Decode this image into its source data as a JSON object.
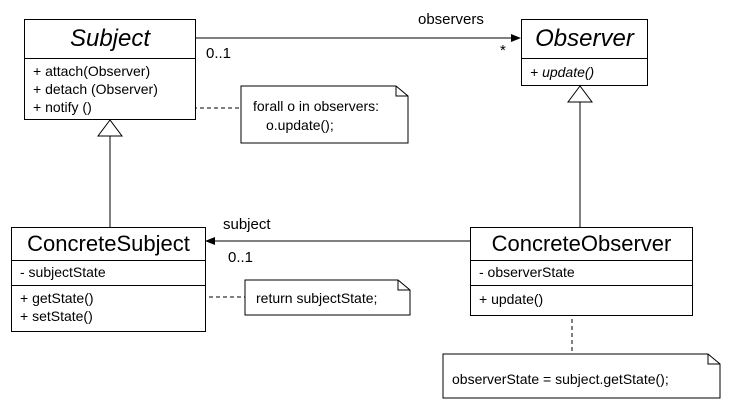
{
  "classes": {
    "subject": {
      "name": "Subject",
      "methods": [
        "+ attach(Observer)",
        "+ detach (Observer)",
        "+ notify ()"
      ]
    },
    "observer": {
      "name": "Observer",
      "methods": [
        "+ update()"
      ]
    },
    "concrete_subject": {
      "name": "ConcreteSubject",
      "attributes": [
        "- subjectState"
      ],
      "methods": [
        "+ getState()",
        "+ setState()"
      ]
    },
    "concrete_observer": {
      "name": "ConcreteObserver",
      "attributes": [
        "- observerState"
      ],
      "methods": [
        "+ update()"
      ]
    }
  },
  "associations": {
    "observers": {
      "role": "observers",
      "source_multiplicity": "0..1",
      "target_multiplicity": "*"
    },
    "subject": {
      "role": "subject",
      "target_multiplicity": "0..1"
    }
  },
  "notes": {
    "notify": [
      "forall o in observers:",
      "o.update();"
    ],
    "get_state": [
      "return subjectState;"
    ],
    "update": [
      "observerState = subject.getState();"
    ]
  }
}
